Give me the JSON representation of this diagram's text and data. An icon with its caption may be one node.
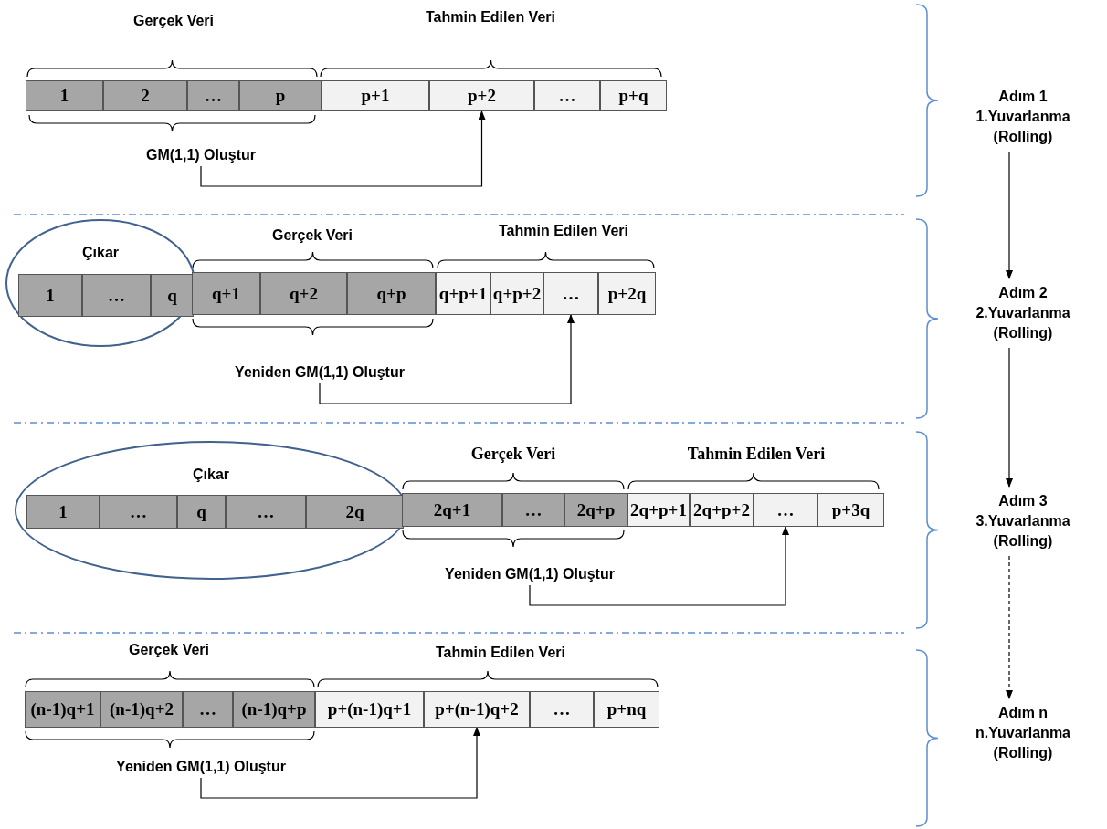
{
  "diagram": {
    "nodes": [
      {
        "text": [
          "1"
        ]
      },
      {
        "text": [
          "2"
        ]
      },
      {
        "text": [
          "…"
        ]
      },
      {
        "text": [
          "p"
        ]
      },
      {
        "text": [
          "p+1"
        ]
      },
      {
        "text": [
          "p+2"
        ]
      },
      {
        "text": [
          "…"
        ]
      },
      {
        "text": [
          "p+q"
        ]
      },
      {
        "text": [
          "GM(1,1) Oluştur"
        ]
      },
      {
        "text": [
          "Adım 1",
          "1.Yuvarlanma (Rolling)"
        ]
      },
      {
        "text": [
          "Çıkar"
        ]
      },
      {
        "text": [
          "1"
        ],
        "in": 10
      },
      {
        "text": [
          "…"
        ],
        "in": 10
      },
      {
        "text": [
          "q"
        ],
        "in": 10
      },
      {
        "text": [
          "q+1"
        ]
      },
      {
        "text": [
          "q+2"
        ]
      },
      {
        "text": [
          "q+p"
        ]
      },
      {
        "text": [
          "q+p+1"
        ]
      },
      {
        "text": [
          "q+p+2"
        ]
      },
      {
        "text": [
          "…"
        ]
      },
      {
        "text": [
          "p+2q"
        ]
      },
      {
        "text": [
          "Yeniden GM(1,1) Oluştur"
        ]
      },
      {
        "text": [
          "Adım 2",
          "2.Yuvarlanma (Rolling)"
        ]
      },
      {
        "text": [
          "Çıkar"
        ]
      },
      {
        "text": [
          "1"
        ],
        "in": 23
      },
      {
        "text": [
          "…"
        ],
        "in": 23
      },
      {
        "text": [
          "q"
        ],
        "in": 23
      },
      {
        "text": [
          "…"
        ],
        "in": 23
      },
      {
        "text": [
          "2q"
        ],
        "in": 23
      },
      {
        "text": [
          "2q+1"
        ]
      },
      {
        "text": [
          "…"
        ]
      },
      {
        "text": [
          "2q+p"
        ]
      },
      {
        "text": [
          "2q+p+1"
        ]
      },
      {
        "text": [
          "2q+p+2"
        ]
      },
      {
        "text": [
          "…"
        ]
      },
      {
        "text": [
          "p+3q"
        ]
      },
      {
        "text": [
          "Yeniden GM(1,1) Oluştur"
        ]
      },
      {
        "text": [
          "Adım 3",
          "3.Yuvarlanma (Rolling)"
        ]
      },
      {
        "text": [
          "(n-1)q+1"
        ]
      },
      {
        "text": [
          "(n-1)q+2"
        ]
      },
      {
        "text": [
          "…"
        ]
      },
      {
        "text": [
          "(n-1)q+p"
        ]
      },
      {
        "text": [
          "p+(n-1)q+1"
        ]
      },
      {
        "text": [
          "p+(n-1)q+2"
        ]
      },
      {
        "text": [
          "…"
        ]
      },
      {
        "text": [
          "p+nq"
        ]
      },
      {
        "text": [
          "Yeniden GM(1,1) Oluştur"
        ]
      },
      {
        "text": [
          "Adım n",
          "n.Yuvarlanma (Rolling)"
        ]
      }
    ],
    "edges": [
      {
        "from": 8,
        "to": 5,
        "arrow": "to"
      },
      {
        "from": 21,
        "to": 19,
        "arrow": "to"
      },
      {
        "from": 36,
        "to": 34,
        "arrow": "to"
      },
      {
        "from": 46,
        "to": 43,
        "arrow": "to"
      },
      {
        "from": 9,
        "to": 22,
        "arrow": "to"
      },
      {
        "from": 22,
        "to": 37,
        "arrow": "to"
      },
      {
        "from": 37,
        "to": 47,
        "arrow": "to",
        "style": "dashed"
      }
    ],
    "labels": [
      "Gerçek Veri",
      "Tahmin Edilen Veri",
      "Gerçek Veri",
      "Tahmin Edilen Veri",
      "Gerçek Veri",
      "Tahmin Edilen Veri",
      "Gerçek Veri",
      "Tahmin Edilen Veri"
    ]
  }
}
